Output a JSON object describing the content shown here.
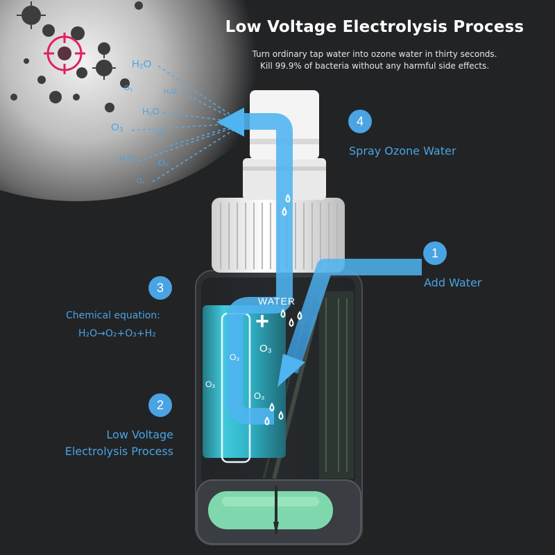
{
  "title": "Low Voltage Electrolysis Process",
  "subtitle_line1": "Turn ordinary tap water into ozone water in thirty seconds.",
  "subtitle_line2": "Kill 99.9% of bacteria without any harmful side effects.",
  "steps": [
    {
      "number": "1",
      "label": "Add Water"
    },
    {
      "number": "2",
      "label_line1": "Low Voltage",
      "label_line2": "Electrolysis Process"
    },
    {
      "number": "3",
      "label": "Chemical equation:",
      "equation": "H₂O→O₂+O₃+H₂"
    },
    {
      "number": "4",
      "label": "Spray Ozone Water"
    }
  ],
  "bottle": {
    "water_label": "WATER",
    "plus_sign": "+"
  },
  "molecules": {
    "h2o": "H₂O",
    "o3": "O₃"
  },
  "colors": {
    "accent_blue": "#4aa3e3",
    "background": "#222325",
    "target_pink": "#e0205f",
    "cyan_glow": "#38d4e6",
    "mint_battery": "#7fd8ad"
  },
  "icons": [
    "target-reticle-icon",
    "bacteria-icon",
    "water-drop-icon",
    "flow-arrow-icon",
    "spray-nozzle-icon"
  ]
}
